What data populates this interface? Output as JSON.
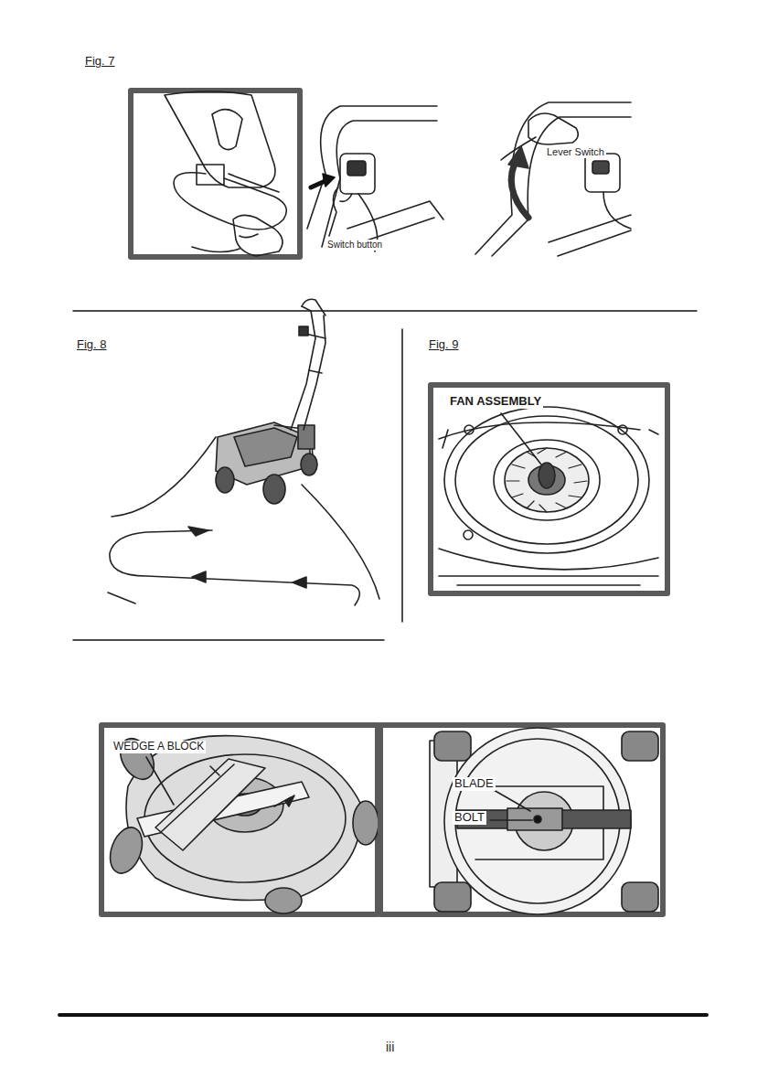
{
  "diagram": {
    "nodes": [
      {
        "text": [
          "Switch button",
          "Lever Switch"
        ]
      },
      {
        "text": [
          "FAN ASSEMBLY"
        ]
      },
      {
        "text": [
          "WEDGE A BLOCK"
        ]
      },
      {
        "text": [
          "BLADE",
          "BOLT"
        ]
      }
    ],
    "labels": [
      "Fig. 7",
      "Fig. 8",
      "Fig. 9",
      "iii"
    ]
  }
}
